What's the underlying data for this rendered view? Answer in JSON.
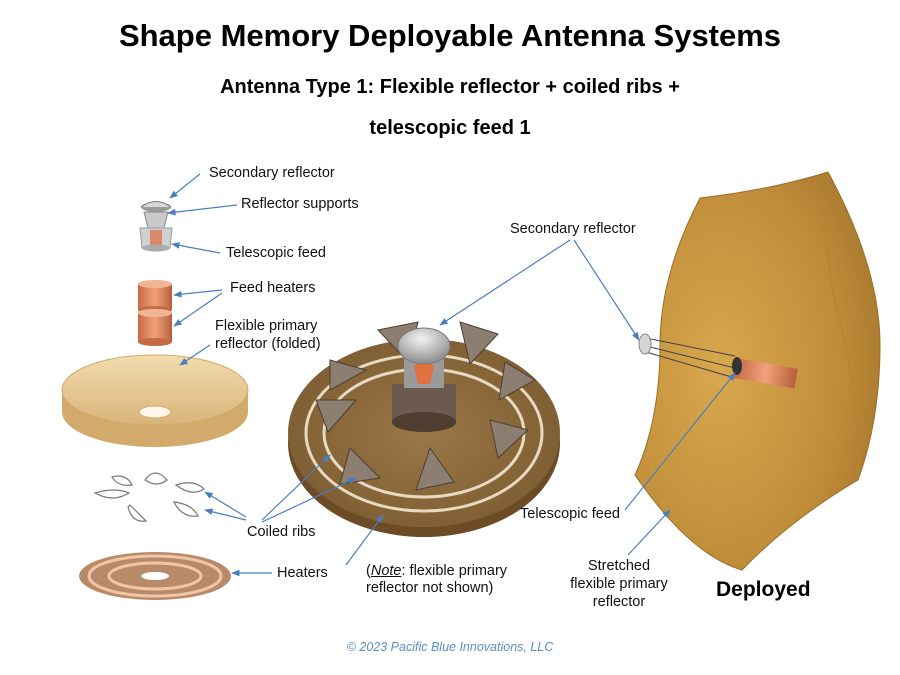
{
  "title": "Shape Memory Deployable Antenna Systems",
  "subtitle_line1": "Antenna Type 1:  Flexible reflector + coiled ribs +",
  "subtitle_line2": "telescopic feed 1",
  "labels": {
    "secondary_reflector_left": "Secondary reflector",
    "reflector_supports": "Reflector supports",
    "telescopic_feed_left": "Telescopic feed",
    "feed_heaters": "Feed heaters",
    "flexible_primary_line1": "Flexible primary",
    "flexible_primary_line2": "reflector (folded)",
    "coiled_ribs": "Coiled ribs",
    "heaters": "Heaters",
    "note_word": "Note",
    "note_rest_line1": ": flexible primary",
    "note_line2": "reflector not shown)",
    "note_open_paren": "(",
    "secondary_reflector_right": "Secondary reflector",
    "telescopic_feed_right": "Telescopic feed",
    "stretched_line1": "Stretched",
    "stretched_line2": "flexible primary",
    "stretched_line3": "reflector",
    "deployed": "Deployed"
  },
  "copyright": "© 2023 Pacific Blue Innovations, LLC",
  "colors": {
    "arrow": "#4a7fbf",
    "tan_reflector": "#e6c590",
    "copper": "#d6825a",
    "disk_brown": "#8a6a3c",
    "deployed_gold": "#c2923c"
  }
}
